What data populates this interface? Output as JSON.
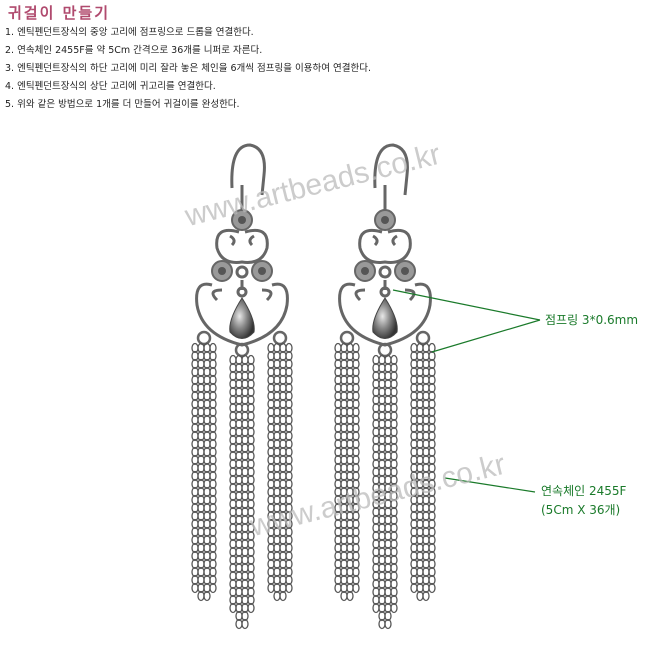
{
  "title": "귀걸이 만들기",
  "steps": [
    "1. 엔틱펜던트장식의 중앙 고리에 점프링으로 드롭을 연결한다.",
    "2. 연속체인 2455F를 약 5Cm 간격으로 36개를 니퍼로 자른다.",
    "3. 엔틱펜던트장식의 하단 고리에 미리 잘라 놓은 체인을 6개씩 점프링을 이용하여 연결한다.",
    "4. 엔틱펜던트장식의 상단 고리에 귀고리를 연결한다.",
    "5. 위와 같은 방법으로 1개를 더 만들어 귀걸이를 완성한다."
  ],
  "callouts": {
    "jumpring": "점프링 3*0.6mm",
    "chain_line1": "연속체인 2455F",
    "chain_line2": "(5Cm X 36개)"
  },
  "watermark": "www.artbeads.co.kr",
  "colors": {
    "title": "#b04a6e",
    "callout": "#1a7a2a",
    "metal": "#666666"
  }
}
